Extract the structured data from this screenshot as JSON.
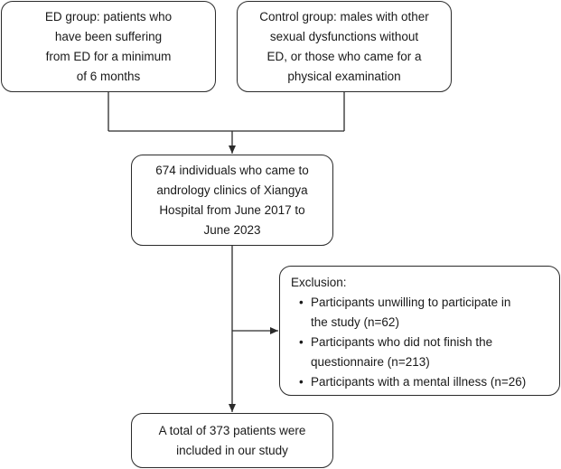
{
  "flowchart": {
    "ed_group": {
      "text": "ED group: patients who\nhave been suffering\nfrom ED for a minimum\nof 6 months"
    },
    "control_group": {
      "text": "Control group: males with other\nsexual dysfunctions without\nED, or those who came for a\nphysical examination"
    },
    "individuals": {
      "text": "674 individuals who came to\nandrology clinics of Xiangya\nHospital from June 2017 to\nJune 2023"
    },
    "exclusion": {
      "title": "Exclusion:",
      "bullet": "•",
      "items": [
        "Participants unwilling to participate in\nthe study (n=62)",
        "Participants who did not finish the\nquestionnaire (n=213)",
        "Participants with a mental illness (n=26)"
      ]
    },
    "total": {
      "text": "A total of 373 patients were\nincluded in our study"
    }
  },
  "colors": {
    "stroke": "#2b2b2b",
    "text": "#1a1a1a"
  }
}
